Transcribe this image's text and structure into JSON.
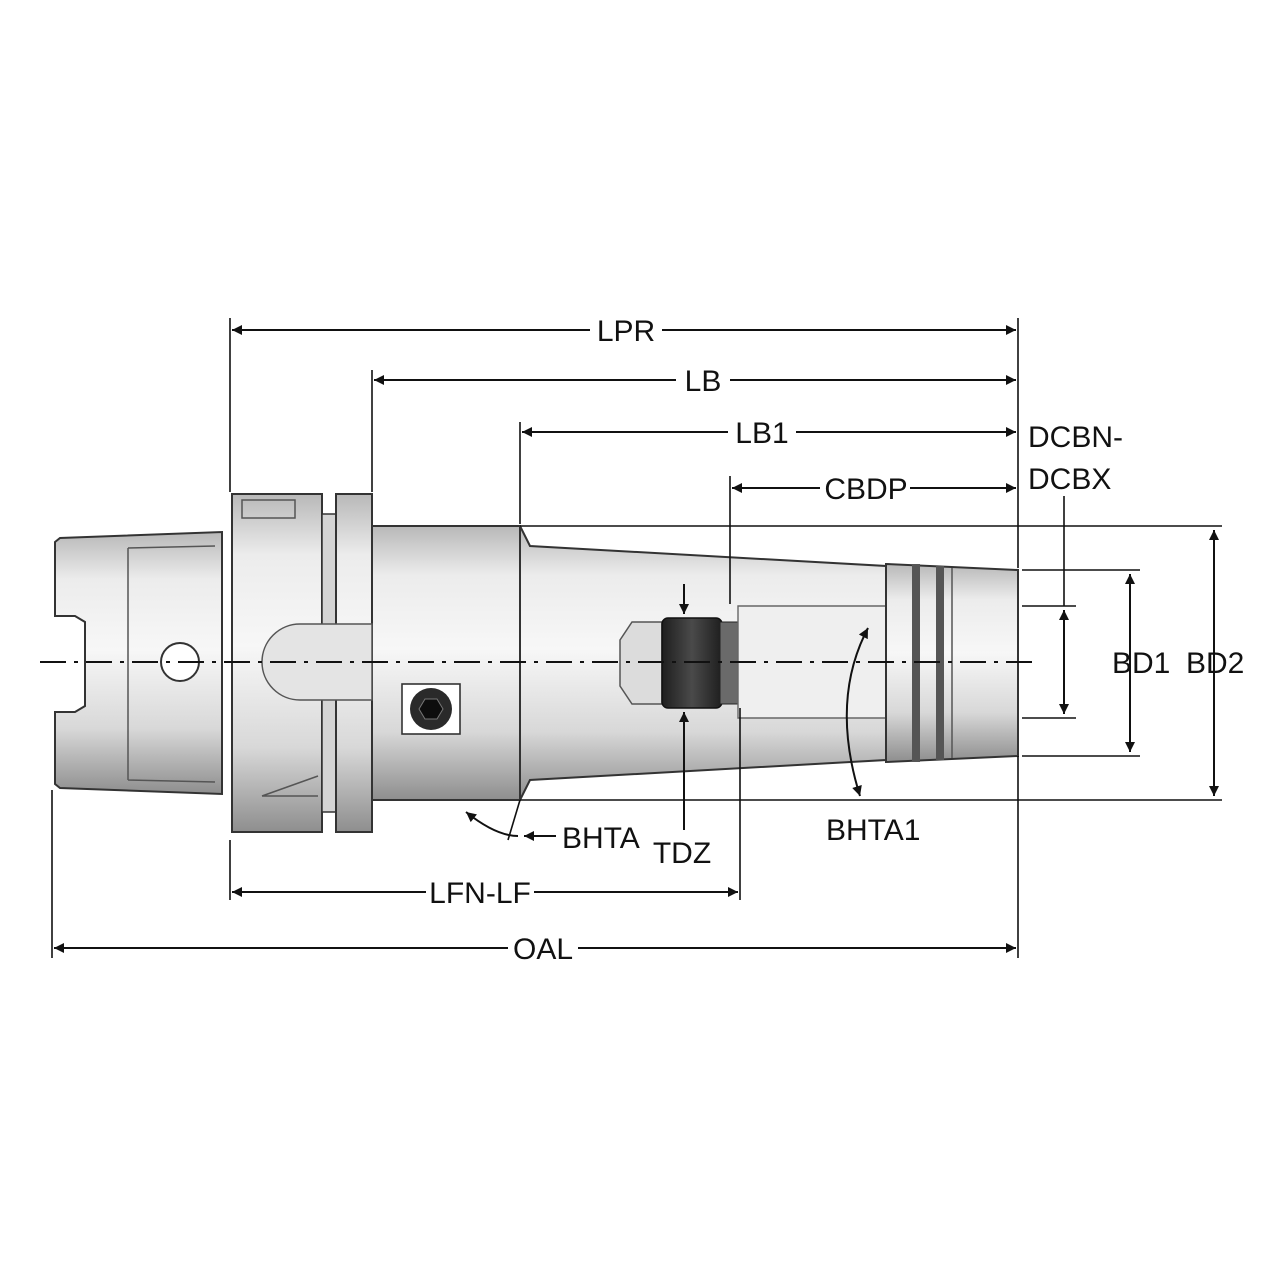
{
  "figure": {
    "colors": {
      "ink": "#111111",
      "body_light": "#f2f2f2",
      "body_mid": "#d0d0d0",
      "body_dark": "#9a9a9a",
      "insert_dark": "#2b2b2b"
    },
    "labels": {
      "lpr": "LPR",
      "lb": "LB",
      "lb1": "LB1",
      "cbdp": "CBDP",
      "dcbn": "DCBN-",
      "dcbx": "DCBX",
      "bd1": "BD1",
      "bd2": "BD2",
      "bhta": "BHTA",
      "tdz": "TDZ",
      "bhta1": "BHTA1",
      "lfn_lf": "LFN-LF",
      "oal": "OAL"
    }
  }
}
